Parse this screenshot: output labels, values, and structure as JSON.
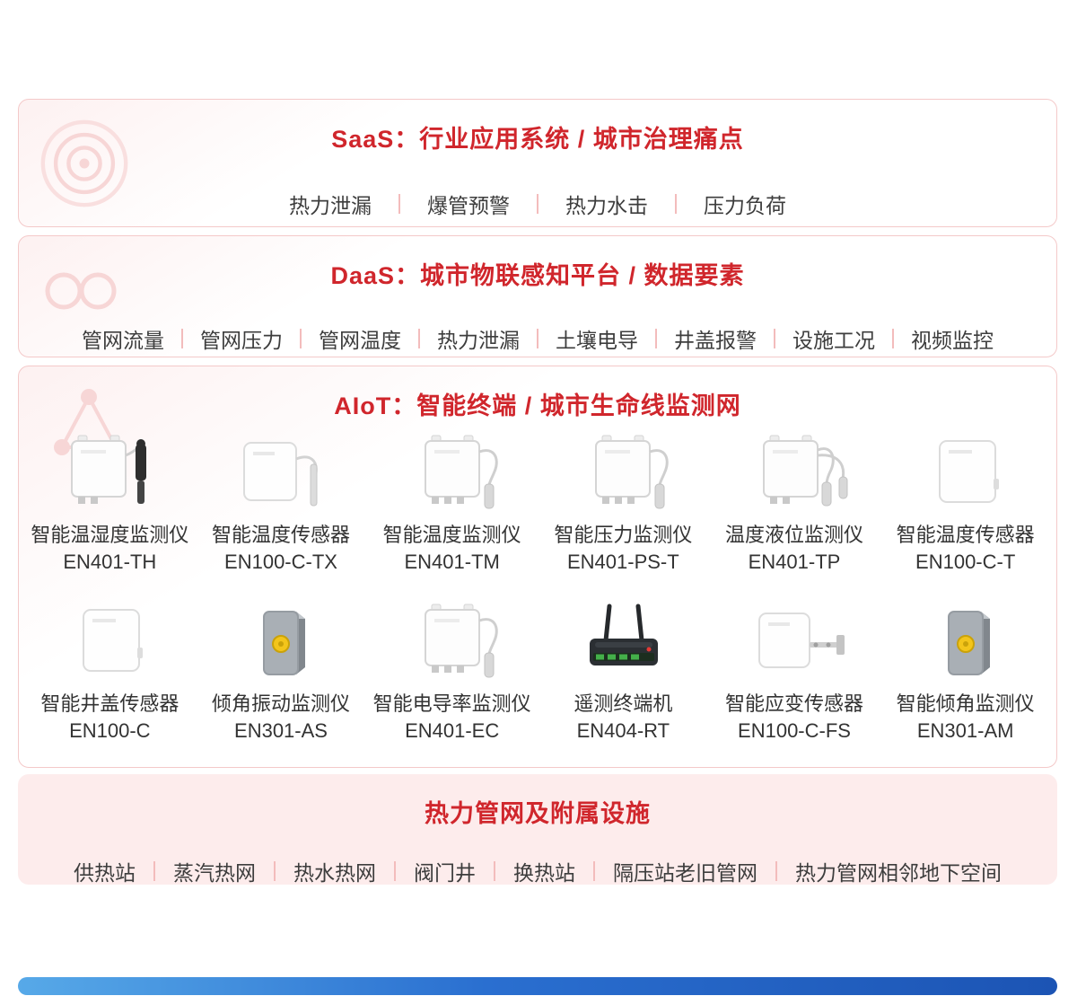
{
  "saas": {
    "title": "SaaS：行业应用系统 / 城市治理痛点",
    "items": [
      "热力泄漏",
      "爆管预警",
      "热力水击",
      "压力负荷"
    ]
  },
  "daas": {
    "title": "DaaS：城市物联感知平台 / 数据要素",
    "items": [
      "管网流量",
      "管网压力",
      "管网温度",
      "热力泄漏",
      "土壤电导",
      "井盖报警",
      "设施工况",
      "视频监控"
    ]
  },
  "aiot": {
    "title": "AIoT：智能终端 / 城市生命线监测网",
    "products": [
      {
        "name": "智能温湿度监测仪",
        "model": "EN401-TH",
        "icon": "monitor-box-black-probe"
      },
      {
        "name": "智能温度传感器",
        "model": "EN100-C-TX",
        "icon": "flat-panel-probe"
      },
      {
        "name": "智能温度监测仪",
        "model": "EN401-TM",
        "icon": "monitor-box-probe"
      },
      {
        "name": "智能压力监测仪",
        "model": "EN401-PS-T",
        "icon": "monitor-box-probe"
      },
      {
        "name": "温度液位监测仪",
        "model": "EN401-TP",
        "icon": "monitor-box-two-probe"
      },
      {
        "name": "智能温度传感器",
        "model": "EN100-C-T",
        "icon": "flat-panel"
      },
      {
        "name": "智能井盖传感器",
        "model": "EN100-C",
        "icon": "flat-panel"
      },
      {
        "name": "倾角振动监测仪",
        "model": "EN301-AS",
        "icon": "tilt-box"
      },
      {
        "name": "智能电导率监测仪",
        "model": "EN401-EC",
        "icon": "monitor-box-probe"
      },
      {
        "name": "遥测终端机",
        "model": "EN404-RT",
        "icon": "router"
      },
      {
        "name": "智能应变传感器",
        "model": "EN100-C-FS",
        "icon": "flat-panel-arm"
      },
      {
        "name": "智能倾角监测仪",
        "model": "EN301-AM",
        "icon": "tilt-box"
      }
    ]
  },
  "facilities": {
    "title": "热力管网及附属设施",
    "items": [
      "供热站",
      "蒸汽热网",
      "热水热网",
      "阀门井",
      "换热站",
      "隔压站老旧管网",
      "热力管网相邻地下空间"
    ]
  },
  "decor_icons": {
    "saas": "target-rings-icon",
    "daas": "infinity-icon",
    "aiot": "network-triangle-icon"
  },
  "colors": {
    "accent_red": "#d0262c",
    "separator_pink": "#f3bcbc",
    "panel_border": "#f4c9c9",
    "facilities_bg": "#fdecec",
    "body_text": "#3d3d3d",
    "bottom_bar_start": "#57a9e8",
    "bottom_bar_end": "#1c54b4"
  }
}
